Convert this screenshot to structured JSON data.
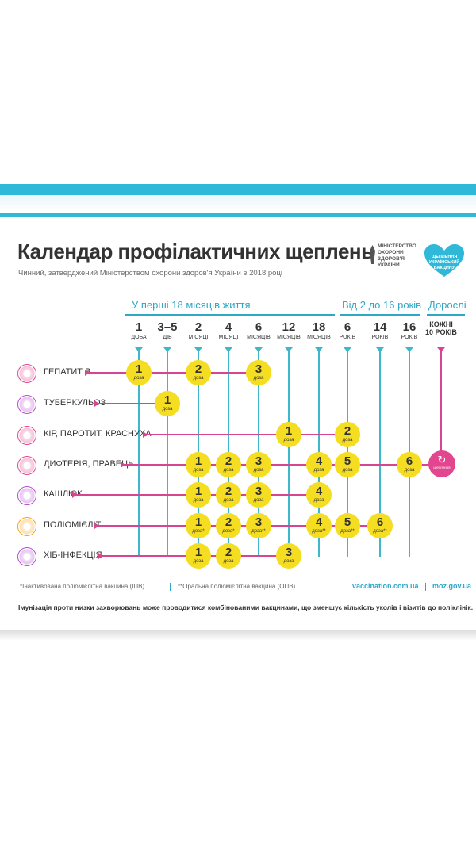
{
  "title": "Календар профілактичних щеплень",
  "subtitle": "Чинний, затверджений Міністерством охорони здоров'я України в 2018 році",
  "ministry": "МІНІСТЕРСТВО ОХОРОНИ ЗДОРОВ'Я УКРАЇНИ",
  "heart_logo": "ЩЕПЛЕННЯ УКРАЇНСЬКИЙ ВАКЦИНУ",
  "groups": [
    "У перші 18 місяців життя",
    "Від 2 до 16 років",
    "Дорослі"
  ],
  "ages": [
    {
      "n": "1",
      "u": "ДОБА"
    },
    {
      "n": "3–5",
      "u": "ДІБ"
    },
    {
      "n": "2",
      "u": "МІСЯЦІ"
    },
    {
      "n": "4",
      "u": "МІСЯЦІ"
    },
    {
      "n": "6",
      "u": "МІСЯЦІВ"
    },
    {
      "n": "12",
      "u": "МІСЯЦІВ"
    },
    {
      "n": "18",
      "u": "МІСЯЦІВ"
    },
    {
      "n": "6",
      "u": "РОКІВ"
    },
    {
      "n": "14",
      "u": "РОКІВ"
    },
    {
      "n": "16",
      "u": "РОКІВ"
    },
    {
      "n": "КОЖНІ",
      "u": "10 РОКІВ"
    }
  ],
  "diseases": [
    {
      "name": "ГЕПАТИТ В",
      "color": "#e2468f"
    },
    {
      "name": "ТУБЕРКУЛЬОЗ",
      "color": "#b34fcf"
    },
    {
      "name": "КІР, ПАРОТИТ, КРАСНУХА",
      "color": "#e2468f"
    },
    {
      "name": "ДИФТЕРІЯ, ПРАВЕЦЬ",
      "color": "#e2468f"
    },
    {
      "name": "КАШЛЮК",
      "color": "#b34fcf"
    },
    {
      "name": "ПОЛІОМІЄЛІТ",
      "color": "#f2a51a"
    },
    {
      "name": "ХІБ-ІНФЕКЦІЯ",
      "color": "#b34fcf"
    }
  ],
  "dose_word": "доза",
  "dose_star": "доза*",
  "dose_2star": "доза**",
  "adult_label": "щеплення",
  "footnote_1": "*Інактивована поліомієлітна вакцина (ІПВ)",
  "footnote_2": "**Оральна поліомієлітна вакцина (ОПВ)",
  "site_1": "vaccination.com.ua",
  "site_2": "moz.gov.ua",
  "note": "Імунізація проти низки захворювань може проводитися комбінованими вакцинами, що зменшує кількість уколів і візитів до поліклінік.",
  "doses": [
    {
      "row": 0,
      "col": 0,
      "n": "1",
      "l": "доза"
    },
    {
      "row": 0,
      "col": 2,
      "n": "2",
      "l": "доза"
    },
    {
      "row": 0,
      "col": 4,
      "n": "3",
      "l": "доза"
    },
    {
      "row": 1,
      "col": 1,
      "n": "1",
      "l": "доза"
    },
    {
      "row": 2,
      "col": 5,
      "n": "1",
      "l": "доза"
    },
    {
      "row": 2,
      "col": 7,
      "n": "2",
      "l": "доза"
    },
    {
      "row": 3,
      "col": 2,
      "n": "1",
      "l": "доза"
    },
    {
      "row": 3,
      "col": 3,
      "n": "2",
      "l": "доза"
    },
    {
      "row": 3,
      "col": 4,
      "n": "3",
      "l": "доза"
    },
    {
      "row": 3,
      "col": 6,
      "n": "4",
      "l": "доза"
    },
    {
      "row": 3,
      "col": 7,
      "n": "5",
      "l": "доза"
    },
    {
      "row": 3,
      "col": 9,
      "n": "6",
      "l": "доза"
    },
    {
      "row": 4,
      "col": 2,
      "n": "1",
      "l": "доза"
    },
    {
      "row": 4,
      "col": 3,
      "n": "2",
      "l": "доза"
    },
    {
      "row": 4,
      "col": 4,
      "n": "3",
      "l": "доза"
    },
    {
      "row": 4,
      "col": 6,
      "n": "4",
      "l": "доза"
    },
    {
      "row": 5,
      "col": 2,
      "n": "1",
      "l": "доза*"
    },
    {
      "row": 5,
      "col": 3,
      "n": "2",
      "l": "доза*"
    },
    {
      "row": 5,
      "col": 4,
      "n": "3",
      "l": "доза**"
    },
    {
      "row": 5,
      "col": 6,
      "n": "4",
      "l": "доза**"
    },
    {
      "row": 5,
      "col": 7,
      "n": "5",
      "l": "доза**"
    },
    {
      "row": 5,
      "col": 8,
      "n": "6",
      "l": "доза**"
    },
    {
      "row": 6,
      "col": 2,
      "n": "1",
      "l": "доза"
    },
    {
      "row": 6,
      "col": 3,
      "n": "2",
      "l": "доза"
    },
    {
      "row": 6,
      "col": 5,
      "n": "3",
      "l": "доза"
    }
  ]
}
